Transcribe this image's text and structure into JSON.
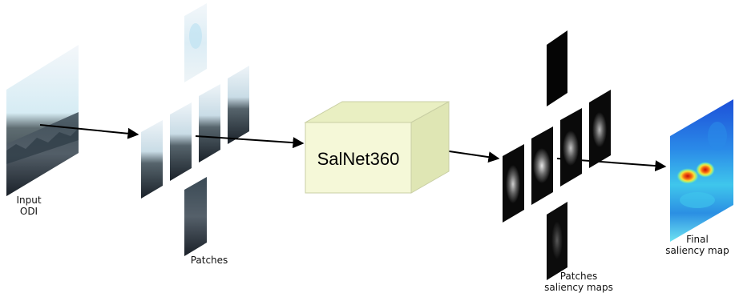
{
  "labels": {
    "input_line1": "Input",
    "input_line2": "ODI",
    "patches": "Patches",
    "model": "SalNet360",
    "patch_maps_line1": "Patches",
    "patch_maps_line2": "saliency maps",
    "final_line1": "Final",
    "final_line2": "saliency map"
  },
  "colors": {
    "model_box_front": "#f5f8d8",
    "model_box_top": "#e9efc2",
    "model_box_side": "#dfe6b4",
    "arrow": "#000000",
    "heatmap_bg": "#1f6fe0",
    "heatmap_hot": "#e82a10"
  },
  "icons": {
    "input_image": "panorama-photo",
    "patches": "image-patch",
    "patch_saliency": "grayscale-saliency-patch",
    "final_map": "jet-colormap-heatmap"
  }
}
